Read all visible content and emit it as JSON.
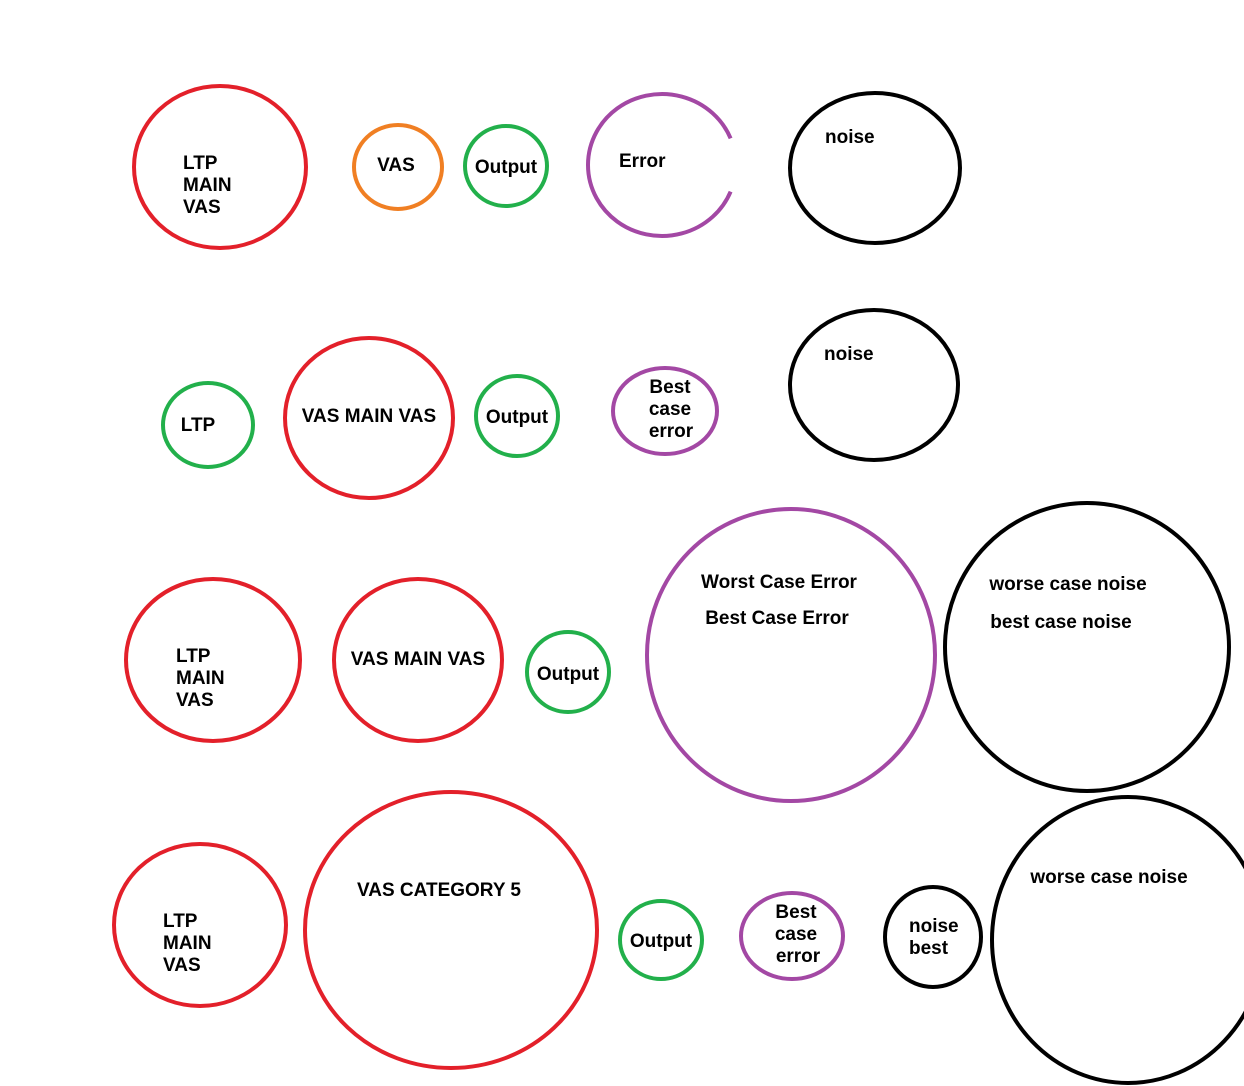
{
  "colors": {
    "red": "#e3202a",
    "orange": "#f07f23",
    "green": "#22b04b",
    "purple": "#a348a4",
    "black": "#000000"
  },
  "diagram": {
    "rows": [
      {
        "circles": [
          {
            "name": "ltp-main-vas-circle",
            "color": "red",
            "lines": [
              "LTP",
              "MAIN",
              "VAS"
            ]
          },
          {
            "name": "vas-circle",
            "color": "orange",
            "lines": [
              "VAS"
            ]
          },
          {
            "name": "output-circle",
            "color": "green",
            "lines": [
              "Output"
            ]
          },
          {
            "name": "error-circle",
            "color": "purple",
            "lines": [
              "Error"
            ]
          },
          {
            "name": "noise-circle",
            "color": "black",
            "lines": [
              "noise"
            ]
          }
        ]
      },
      {
        "circles": [
          {
            "name": "ltp-circle",
            "color": "green",
            "lines": [
              "LTP"
            ]
          },
          {
            "name": "vas-main-vas-circle",
            "color": "red",
            "lines": [
              "VAS MAIN VAS"
            ]
          },
          {
            "name": "output-circle",
            "color": "green",
            "lines": [
              "Output"
            ]
          },
          {
            "name": "best-case-error-circle",
            "color": "purple",
            "lines": [
              "Best",
              "case",
              "error"
            ]
          },
          {
            "name": "noise-circle",
            "color": "black",
            "lines": [
              "noise"
            ]
          }
        ]
      },
      {
        "circles": [
          {
            "name": "ltp-main-vas-circle",
            "color": "red",
            "lines": [
              "LTP",
              "MAIN",
              "VAS"
            ]
          },
          {
            "name": "vas-main-vas-circle",
            "color": "red",
            "lines": [
              "VAS MAIN VAS"
            ]
          },
          {
            "name": "output-circle",
            "color": "green",
            "lines": [
              "Output"
            ]
          },
          {
            "name": "worst-best-case-error-circle",
            "color": "purple",
            "lines": [
              "Worst Case Error",
              "Best Case Error"
            ]
          },
          {
            "name": "worse-best-case-noise-circle",
            "color": "black",
            "lines": [
              "worse case noise",
              "best case noise"
            ]
          }
        ]
      },
      {
        "circles": [
          {
            "name": "ltp-main-vas-circle",
            "color": "red",
            "lines": [
              "LTP",
              "MAIN",
              "VAS"
            ]
          },
          {
            "name": "vas-category-5-circle",
            "color": "red",
            "lines": [
              "VAS CATEGORY 5"
            ]
          },
          {
            "name": "output-circle",
            "color": "green",
            "lines": [
              "Output"
            ]
          },
          {
            "name": "best-case-error-circle",
            "color": "purple",
            "lines": [
              "Best",
              "case",
              "error"
            ]
          },
          {
            "name": "noise-best-circle",
            "color": "black",
            "lines": [
              "noise",
              "best"
            ]
          },
          {
            "name": "worse-case-noise-circle",
            "color": "black",
            "lines": [
              "worse case noise"
            ]
          }
        ]
      }
    ]
  }
}
